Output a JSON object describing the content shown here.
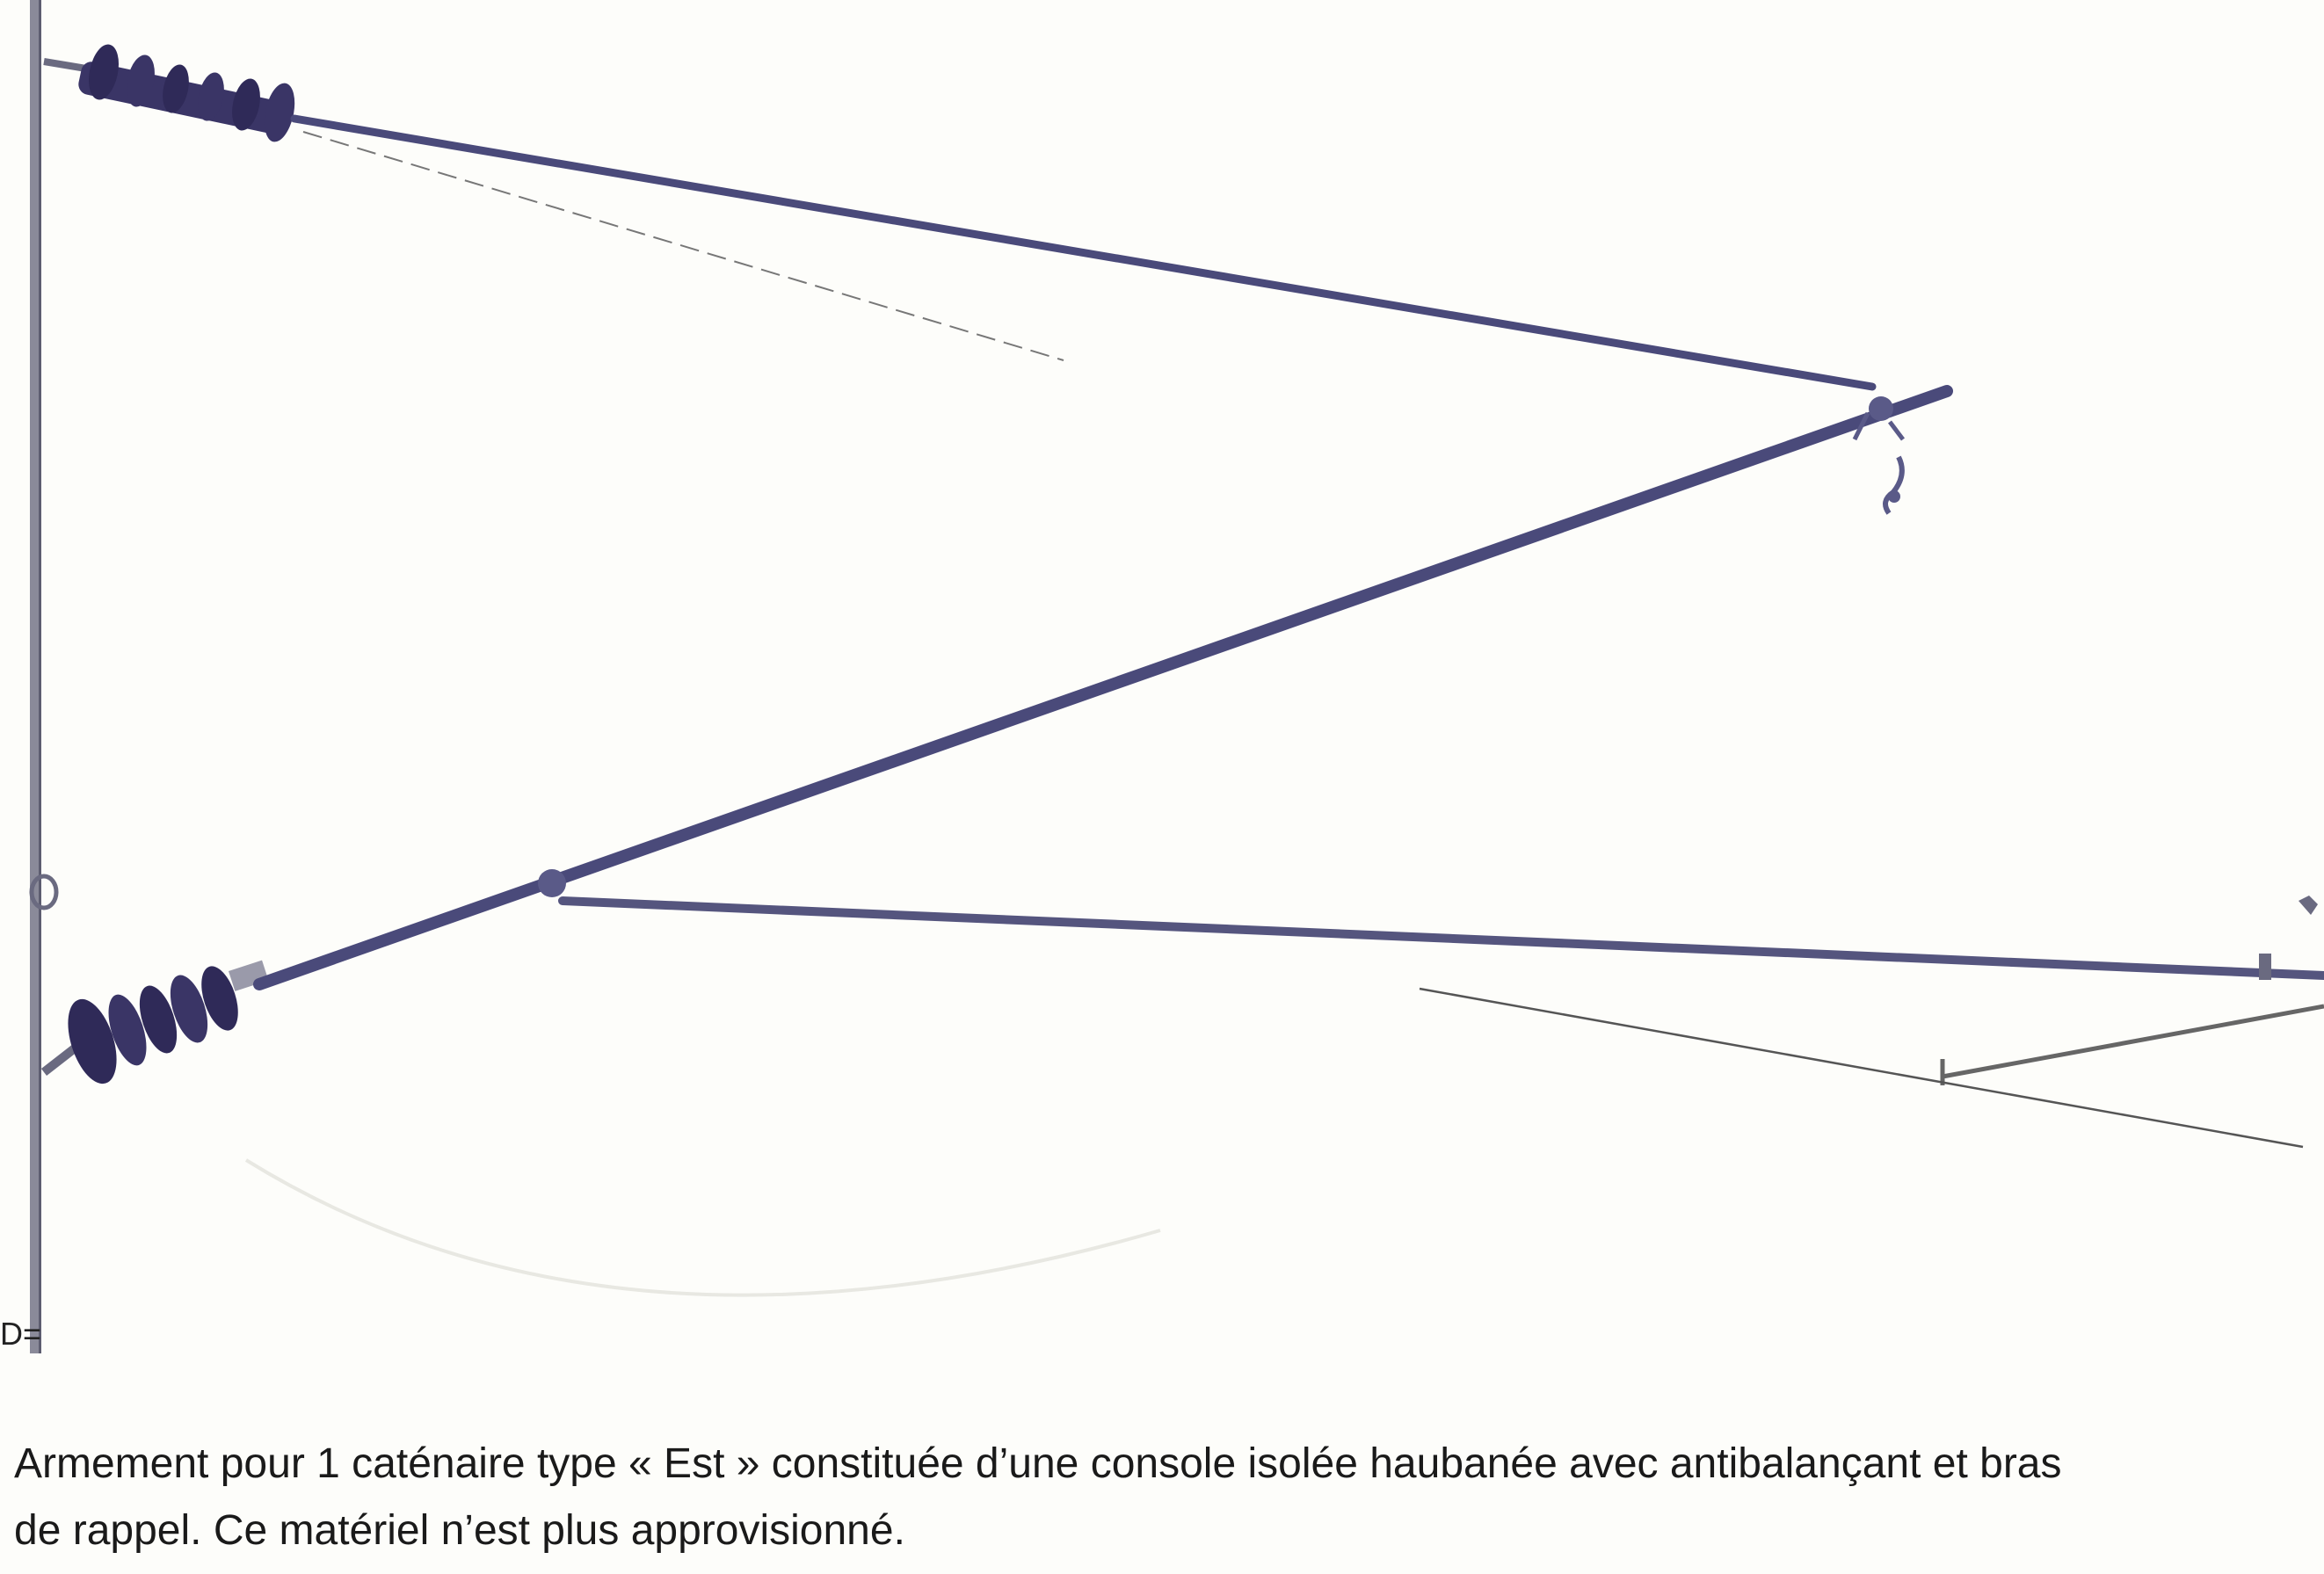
{
  "figure": {
    "stray_mark": "D=",
    "colors": {
      "background": "#fdfdfa",
      "metal": "#4a4a7a",
      "insulator": "#3a3566",
      "wire": "#555555"
    }
  },
  "caption": {
    "line1": "Armement pour 1 caténaire type « Est » constituée d’une console isolée haubanée avec antibalançant et bras",
    "line2": "de rappel. Ce matériel n’est plus approvisionné."
  }
}
